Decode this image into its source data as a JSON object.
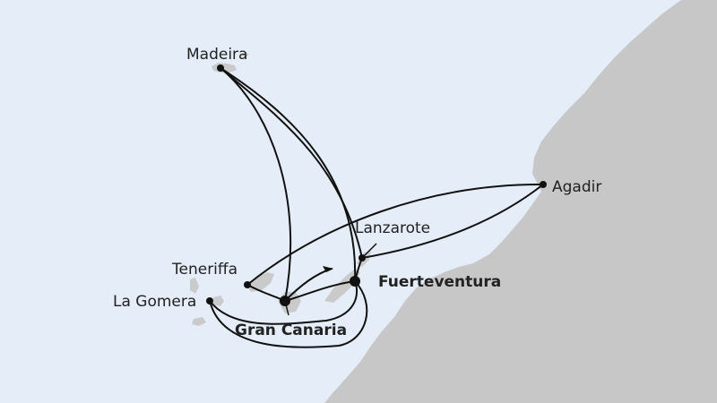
{
  "colors": {
    "sea": "#e4edf8",
    "land": "#c7c7c7",
    "island": "#cacaca",
    "route": "#111111",
    "text": "#222222"
  },
  "ports": {
    "madeira": "Madeira",
    "agadir": "Agadir",
    "lanzarote": "Lanzarote",
    "teneriffa": "Teneriffa",
    "fuerteventura": "Fuerteventura",
    "la_gomera": "La Gomera",
    "gran_canaria": "Gran Canaria"
  }
}
